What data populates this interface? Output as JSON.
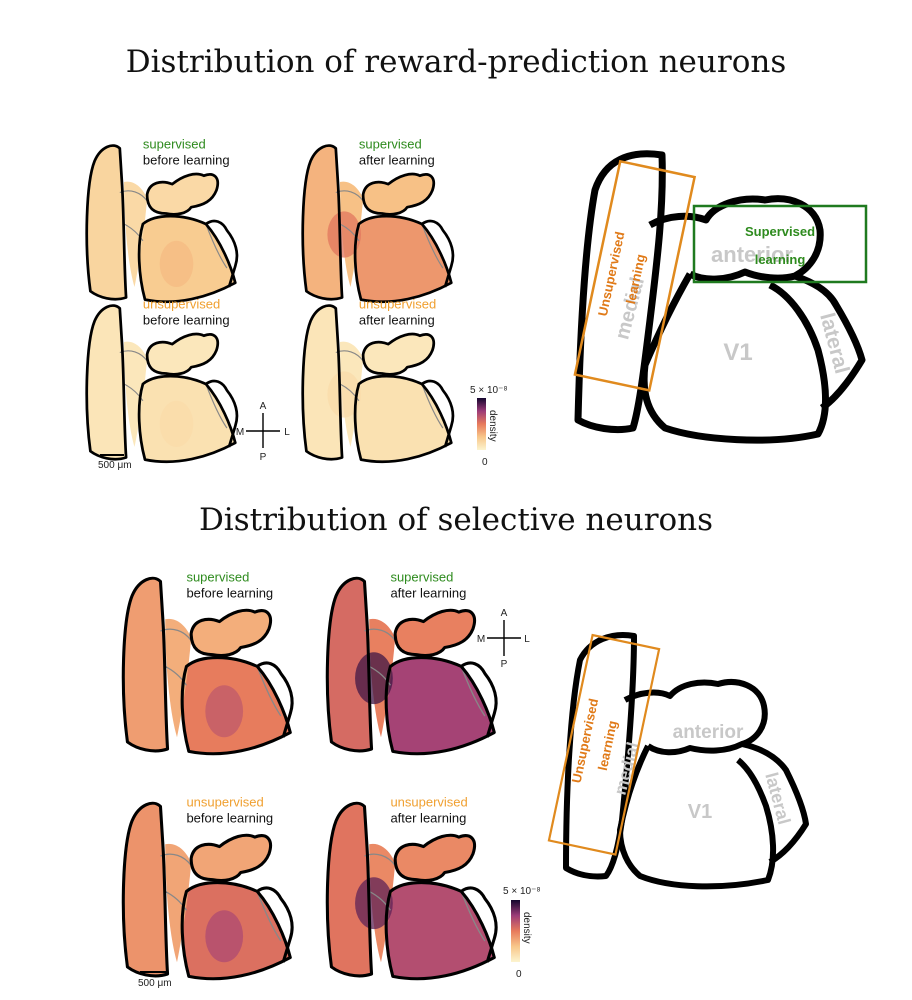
{
  "colors": {
    "supervised": "#2e8b1e",
    "unsupervised": "#f0a030",
    "unsup_box": "#e08a1e",
    "sup_box": "#1f7a1f",
    "region_text": "#c8c8c8"
  },
  "sections": [
    {
      "title": "Distribution of reward-prediction neurons",
      "panels": [
        {
          "group": "supervised",
          "condition": "before learning",
          "density": 0.25
        },
        {
          "group": "supervised",
          "condition": "after learning",
          "density": 0.45
        },
        {
          "group": "unsupervised",
          "condition": "before learning",
          "density": 0.12
        },
        {
          "group": "unsupervised",
          "condition": "after learning",
          "density": 0.12
        }
      ],
      "scale_bar": "500 μm",
      "colorbar": {
        "max": "5 × 10⁻⁸",
        "min": "0",
        "label": "density"
      },
      "compass": {
        "a": "A",
        "p": "P",
        "m": "M",
        "l": "L"
      },
      "diagram": {
        "unsupervised_label": [
          "Unsupervised",
          "learning"
        ],
        "supervised_label": [
          "Supervised",
          "learning"
        ],
        "regions": [
          "anterior",
          "medial",
          "lateral",
          "V1"
        ]
      }
    },
    {
      "title": "Distribution of selective neurons",
      "panels": [
        {
          "group": "supervised",
          "condition": "before learning",
          "density": 0.55
        },
        {
          "group": "supervised",
          "condition": "after learning",
          "density": 0.8
        },
        {
          "group": "unsupervised",
          "condition": "before learning",
          "density": 0.6
        },
        {
          "group": "unsupervised",
          "condition": "after learning",
          "density": 0.75
        }
      ],
      "scale_bar": "500 μm",
      "colorbar": {
        "max": "5 × 10⁻⁸",
        "min": "0",
        "label": "density"
      },
      "compass": {
        "a": "A",
        "p": "P",
        "m": "M",
        "l": "L"
      },
      "diagram": {
        "unsupervised_label": [
          "Unsupervised",
          "learning"
        ],
        "regions": [
          "anterior",
          "medial",
          "lateral",
          "V1"
        ]
      }
    }
  ]
}
